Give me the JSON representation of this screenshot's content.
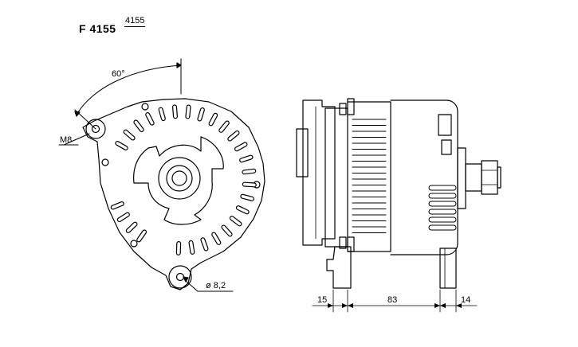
{
  "title": {
    "model": "F 4155",
    "reference": "4155"
  },
  "front_view": {
    "angle_label": "60°",
    "thread_label": "M8",
    "hole_label": "ø 8,2"
  },
  "side_view": {
    "dimensions": [
      "15",
      "83",
      "14"
    ]
  },
  "colors": {
    "line": "#000000",
    "background": "#ffffff"
  }
}
